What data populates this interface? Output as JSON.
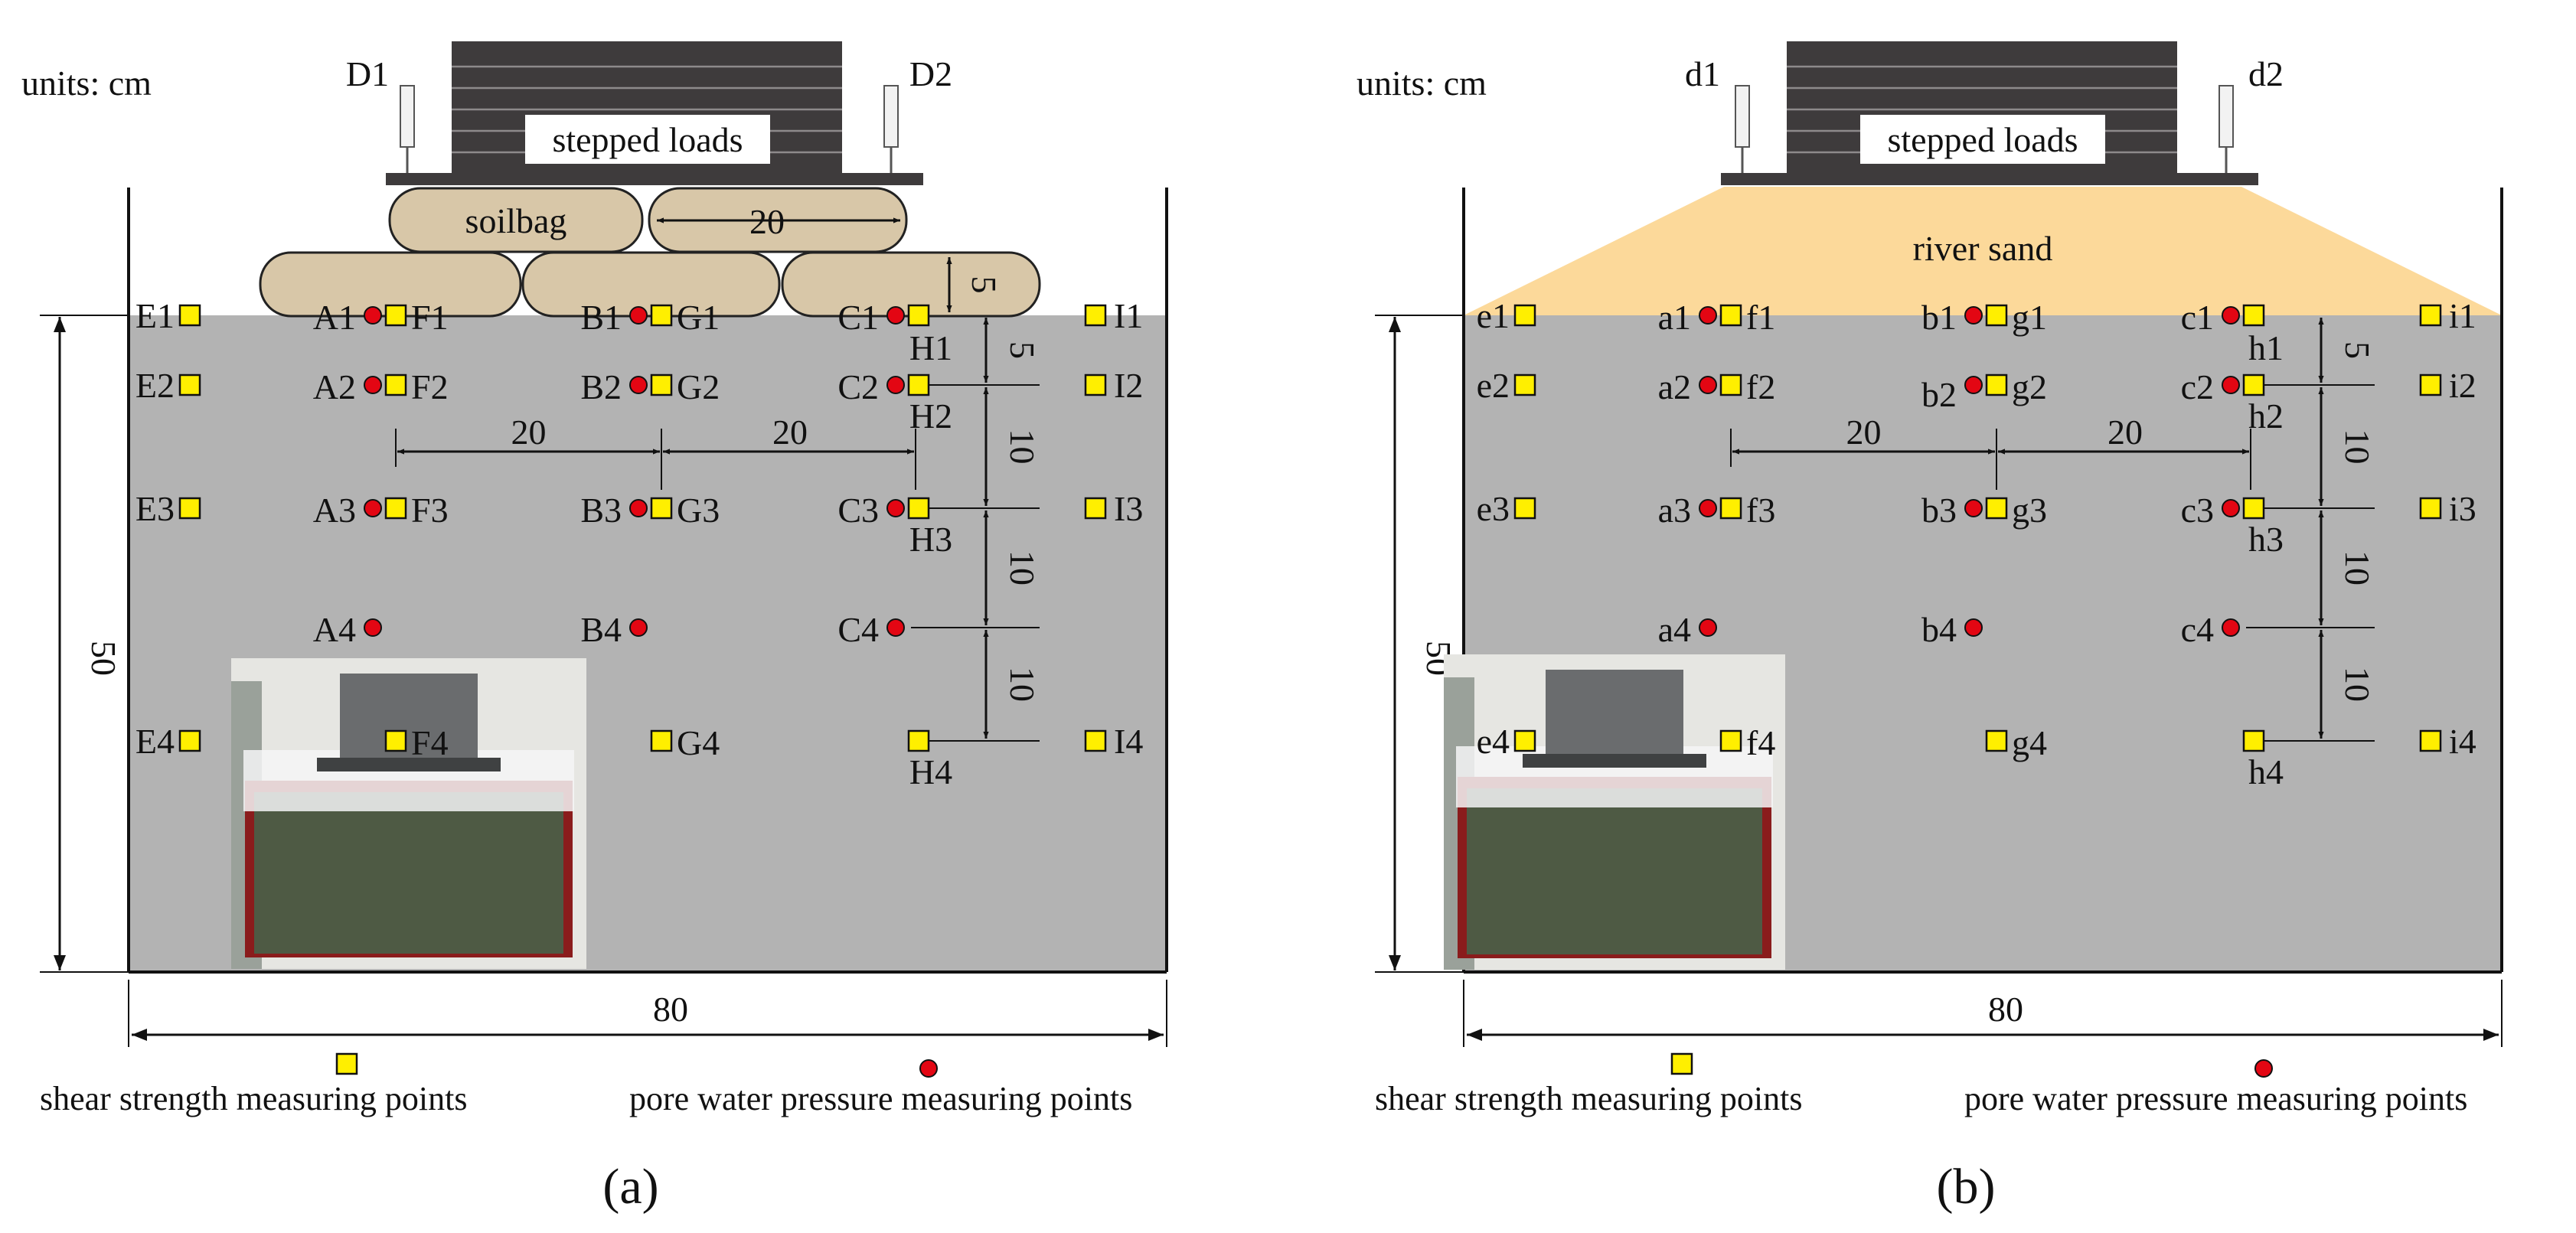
{
  "panels": [
    {
      "id": "a",
      "caption": "(a)",
      "units": "units: cm",
      "load_label": "stepped loads",
      "dial_left": "D1",
      "dial_right": "D2",
      "fill_type": "soilbag",
      "fill_label": "soilbag",
      "bag_width_dim": "20",
      "bag_height_dim": "5",
      "depth_dim": "50",
      "width_dim": "80",
      "spacing_dims": [
        "20",
        "20"
      ],
      "vert_dims": [
        "5",
        "10",
        "10",
        "10"
      ],
      "pore_points": [
        "A1",
        "A2",
        "A3",
        "A4",
        "B1",
        "B2",
        "B3",
        "B4",
        "C1",
        "C2",
        "C3",
        "C4"
      ],
      "shear_points": [
        "E1",
        "E2",
        "E3",
        "E4",
        "F1",
        "F2",
        "F3",
        "F4",
        "G1",
        "G2",
        "G3",
        "G4",
        "H1",
        "H2",
        "H3",
        "H4",
        "I1",
        "I2",
        "I3",
        "I4"
      ],
      "legend_shear": "shear strength measuring points",
      "legend_pore": "pore water pressure measuring points"
    },
    {
      "id": "b",
      "caption": "(b)",
      "units": "units: cm",
      "load_label": "stepped loads",
      "dial_left": "d1",
      "dial_right": "d2",
      "fill_type": "sand",
      "fill_label": "river sand",
      "depth_dim": "50",
      "width_dim": "80",
      "spacing_dims": [
        "20",
        "20"
      ],
      "vert_dims": [
        "5",
        "10",
        "10",
        "10"
      ],
      "pore_points": [
        "a1",
        "a2",
        "a3",
        "a4",
        "b1",
        "b2",
        "b3",
        "b4",
        "c1",
        "c2",
        "c3",
        "c4"
      ],
      "shear_points": [
        "e1",
        "e2",
        "e3",
        "e4",
        "f1",
        "f2",
        "f3",
        "f4",
        "g1",
        "g2",
        "g3",
        "g4",
        "h1",
        "h2",
        "h3",
        "h4",
        "i1",
        "i2",
        "i3",
        "i4"
      ],
      "legend_shear": "shear strength measuring points",
      "legend_pore": "pore water pressure measuring points"
    }
  ],
  "colors": {
    "soil": "#b3b3b3",
    "load_block": "#3e3b3c",
    "soilbag": "#d8c7a8",
    "river_sand": "#fcd99a",
    "shear_marker": "#ffef00",
    "pore_marker": "#e30613",
    "photo_glass": "#4e5a44",
    "photo_frame": "#8a1c1c"
  }
}
